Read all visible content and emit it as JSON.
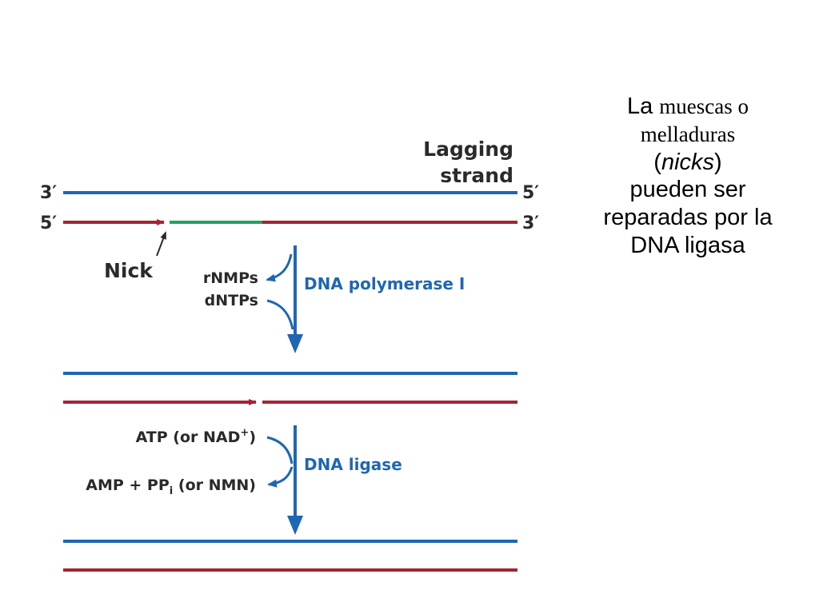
{
  "diagram": {
    "top_strand": {
      "title_line1": "Lagging",
      "title_line2": "strand",
      "left_label_blue": "3′",
      "right_label_blue": "5′",
      "left_label_red": "5′",
      "right_label_red": "3′"
    },
    "nick_label": "Nick",
    "step1": {
      "enzyme": "DNA polymerase I",
      "output": "rNMPs",
      "input": "dNTPs"
    },
    "step2": {
      "enzyme": "DNA ligase",
      "input_main": "ATP (or NAD",
      "input_sup": "+",
      "input_end": ")",
      "output_main": "AMP + PP",
      "output_sub": "i",
      "output_end": " (or NMN)"
    },
    "colors": {
      "blue_strand": "#1f66b3",
      "red_strand": "#a32436",
      "primer_green": "#22a161",
      "label_blue": "#1f66b3",
      "label_dark": "#2a2a2a"
    }
  },
  "caption": {
    "w1": "La",
    "w2": "muescas o melladuras",
    "p_open": "(",
    "italic": "nicks",
    "p_close": ")",
    "rest": "pueden ser reparadas por la DNA ligasa"
  }
}
